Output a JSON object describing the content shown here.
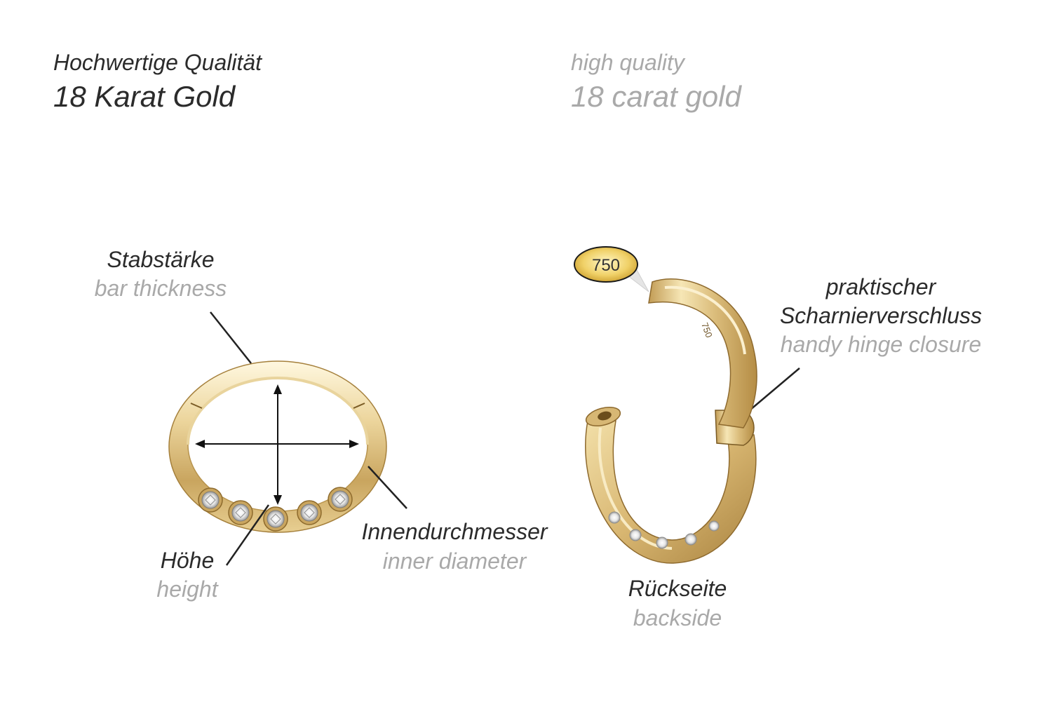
{
  "header": {
    "de_line1": "Hochwertige Qualität",
    "de_line2": "18 Karat Gold",
    "en_line1": "high quality",
    "en_line2": "18 carat gold"
  },
  "labels": {
    "bar_thickness": {
      "de": "Stabstärke",
      "en": "bar thickness"
    },
    "height": {
      "de": "Höhe",
      "en": "height"
    },
    "inner_diameter": {
      "de": "Innendurchmesser",
      "en": "inner diameter"
    },
    "hinge": {
      "de_line1": "praktischer",
      "de_line2": "Scharnierverschluss",
      "en": "handy hinge closure"
    },
    "backside": {
      "de": "Rückseite",
      "en": "backside"
    }
  },
  "hallmark": {
    "badge": "750",
    "engraving": "750"
  },
  "colors": {
    "gold_light": "#fbf1cf",
    "gold_mid": "#e4c98a",
    "gold_dark": "#b08a42",
    "text_de": "#2b2b2b",
    "text_en": "#a9a9a9"
  },
  "gems": {
    "front_count": 5,
    "back_visible": 5
  }
}
